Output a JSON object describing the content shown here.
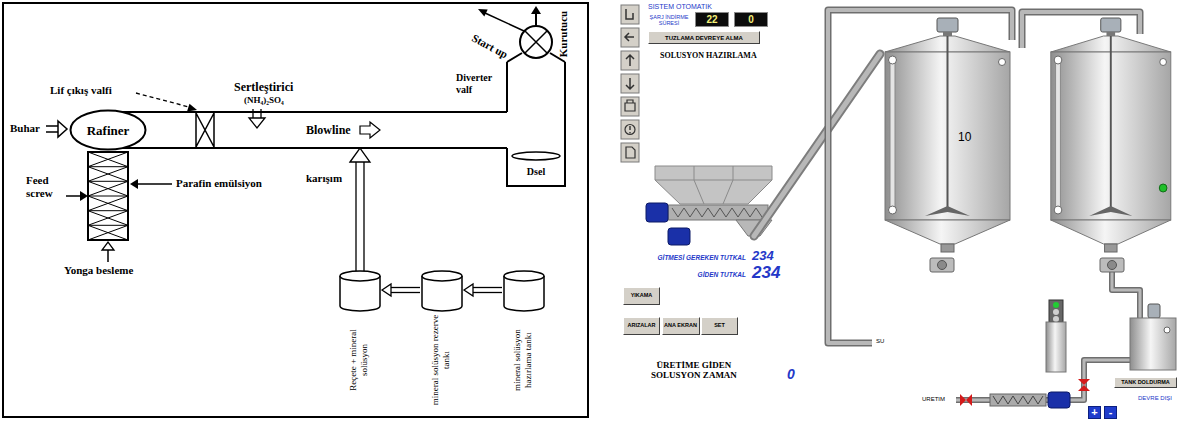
{
  "diagram": {
    "nodes": [
      {
        "text": [
          "Rafiner"
        ]
      },
      {
        "text": [
          "Dsel"
        ]
      },
      {
        "text": [
          "Reçete + mineral solüsyon"
        ]
      },
      {
        "text": [
          "mineral solüsyon rezerve tankı"
        ]
      },
      {
        "text": [
          "mineral solüsyon hazırlama tankı"
        ]
      },
      {
        "text": [
          "22"
        ]
      },
      {
        "text": [
          "0"
        ]
      },
      {
        "text": [
          "TUZLAMA DEVREYE ALMA"
        ]
      },
      {
        "text": [
          "YIKAMA"
        ]
      },
      {
        "text": [
          "ARIZALAR"
        ]
      },
      {
        "text": [
          "ANA EKRAN"
        ]
      },
      {
        "text": [
          "SET"
        ]
      },
      {
        "text": [
          "10"
        ]
      },
      {
        "text": [
          "TANK DOLDURMA"
        ]
      },
      {
        "text": [
          "+"
        ]
      },
      {
        "text": [
          "-"
        ]
      }
    ],
    "edges": [
      {
        "from": 4,
        "to": 3,
        "arrow": "to"
      },
      {
        "from": 3,
        "to": 2,
        "arrow": "to"
      }
    ],
    "labels": [
      "Kurutucu",
      "Start up",
      "Lif çıkış valfi",
      "Sertleştirici",
      "(NH₄)₂SO₄",
      "Diverter valf",
      "Buhar",
      "Blowline",
      "Feed screw",
      "Parafin emülsiyon",
      "karışım",
      "Yonga besleme",
      "SISTEM OTOMATIK",
      "ŞARJ İNDİRME SÜRESİ",
      "SOLUSYON HAZIRLAMA",
      "GİTMESİ GEREKEN TUTKAL",
      "234",
      "GİDEN TUTKAL",
      "234",
      "ÜRETİME GİDEN SOLUSYON ZAMAN",
      "0",
      "SU",
      "URETIM",
      "DEVRE DIŞI"
    ]
  }
}
